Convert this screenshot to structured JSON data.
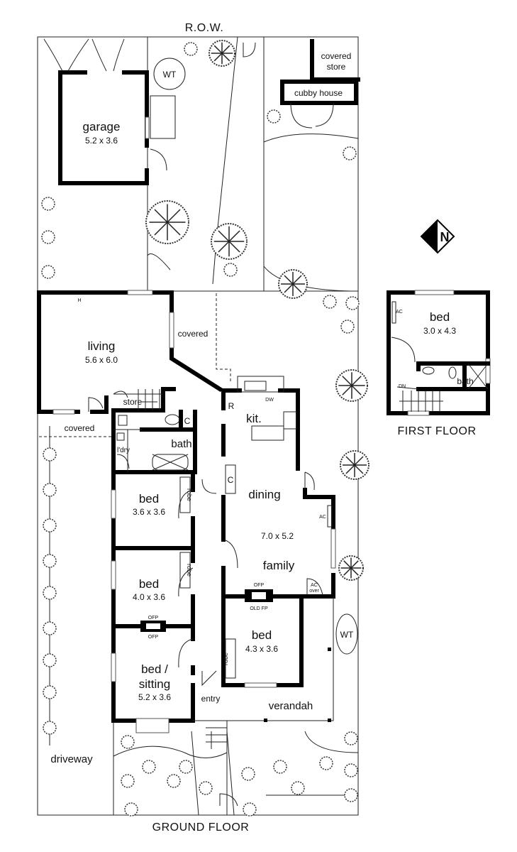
{
  "plan": {
    "top_label": "R.O.W.",
    "ground_floor_title": "GROUND FLOOR",
    "first_floor_title": "FIRST FLOOR",
    "compass_letter": "N"
  },
  "ground_floor": {
    "garage": {
      "name": "garage",
      "size": "5.2 x 3.6"
    },
    "water_tank_rear": "WT",
    "water_tank_side": "WT",
    "covered_store": [
      "covered",
      "store"
    ],
    "cubby_house": "cubby house",
    "living": {
      "name": "living",
      "size": "5.6 x 6.0",
      "heater": "H"
    },
    "covered_rear": "covered",
    "covered_side": "covered",
    "store": "store",
    "bath": "bath",
    "laundry": "l'dry",
    "bath_cupboard": "C",
    "kitchen": {
      "name": "kit.",
      "fridge": "R",
      "dishwasher": "DW"
    },
    "dining_family": {
      "name_top": "dining",
      "size": "7.0 x 5.2",
      "name_bottom": "family",
      "cupboard": "C",
      "ac": "AC",
      "ac_over": [
        "AC",
        "over"
      ],
      "ofp": "OFP",
      "old_fp": "OLD FP"
    },
    "bed1": {
      "name": "bed",
      "size": "3.6 x 3.6",
      "robe": "robe"
    },
    "bed2": {
      "name": "bed",
      "size": "4.0 x 3.6",
      "robe": "robe",
      "ofp_top": "OFP",
      "ofp_bottom": "OFP"
    },
    "bed_sitting": {
      "name_1": "bed /",
      "name_2": "sitting",
      "size": "5.2 x 3.6"
    },
    "bed3": {
      "name": "bed",
      "size": "4.3 x 3.6",
      "robe": "robe"
    },
    "entry": "entry",
    "verandah": "verandah",
    "driveway": "driveway"
  },
  "first_floor": {
    "bed": {
      "name": "bed",
      "size": "3.0 x 4.3",
      "ac": "AC"
    },
    "bath": "bath",
    "stairs": "DN"
  }
}
